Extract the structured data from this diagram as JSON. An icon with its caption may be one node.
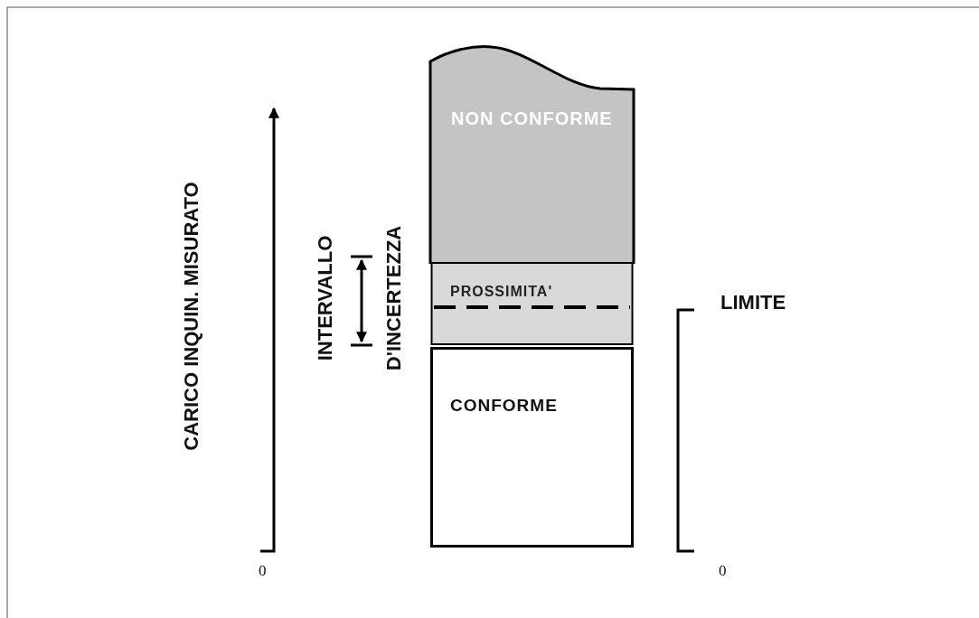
{
  "diagram": {
    "nodes": [
      {
        "text": [
          "NON CONFORME"
        ]
      },
      {
        "text": [
          "PROSSIMITA'"
        ]
      },
      {
        "text": [
          "CONFORME"
        ]
      }
    ],
    "labels": [
      "CARICO INQUIN. MISURATO",
      "INTERVALLO D'INCERTEZZA",
      "LIMITE",
      "0",
      "0"
    ]
  }
}
